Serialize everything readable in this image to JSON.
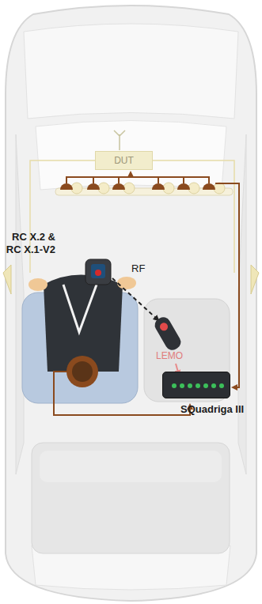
{
  "diagram": {
    "nodes": [
      {
        "text": [
          "DUT"
        ]
      },
      {
        "text": [
          "RC X.2 & RC X.1-V2"
        ]
      },
      {
        "text": [
          "SQuadriga III"
        ]
      }
    ],
    "labels": [
      "RF",
      "LEMO"
    ]
  }
}
